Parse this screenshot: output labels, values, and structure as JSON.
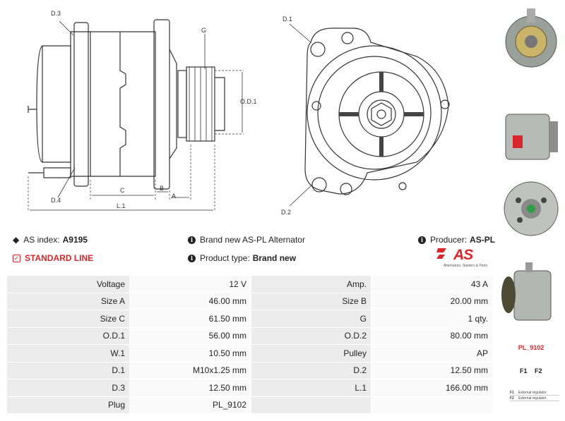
{
  "drawing": {
    "labels": {
      "d3": "D.3",
      "d4": "D.4",
      "d1": "D.1",
      "d2": "D.2",
      "g": "G",
      "od1": "O.D.1",
      "a": "A",
      "b": "B",
      "c": "C",
      "l1": "L.1"
    }
  },
  "info": {
    "as_index_label": "AS index:",
    "as_index_value": "A9195",
    "description": "Brand new AS-PL Alternator",
    "producer_label": "Producer:",
    "producer_value": "AS-PL",
    "line": "STANDARD LINE",
    "product_type_label": "Product type:",
    "product_type_value": "Brand new"
  },
  "logo": {
    "text": "AS",
    "tagline": "Alternators, Starters & Parts"
  },
  "specs": [
    [
      "Voltage",
      "12 V",
      "Amp.",
      "43 A"
    ],
    [
      "Size A",
      "46.00 mm",
      "Size B",
      "20.00 mm"
    ],
    [
      "Size C",
      "61.50 mm",
      "G",
      "1 qty."
    ],
    [
      "O.D.1",
      "56.00 mm",
      "O.D.2",
      "80.00 mm"
    ],
    [
      "W.1",
      "10.50 mm",
      "Pulley",
      "AP"
    ],
    [
      "D.1",
      "M10x1.25 mm",
      "D.2",
      "12.50 mm"
    ],
    [
      "D.3",
      "12.50 mm",
      "L.1",
      "166.00 mm"
    ],
    [
      "Plug",
      "PL_9102",
      "",
      ""
    ]
  ],
  "plug": {
    "label": "PL_9102",
    "pins": [
      "F1",
      "F2"
    ],
    "legend": [
      {
        "pin": "F1",
        "desc": "External regulator"
      },
      {
        "pin": "F2",
        "desc": "External regulator"
      }
    ]
  },
  "colors": {
    "accent": "#d8262c",
    "table_key_bg": "#ececec",
    "table_val_bg": "#fafafa"
  }
}
